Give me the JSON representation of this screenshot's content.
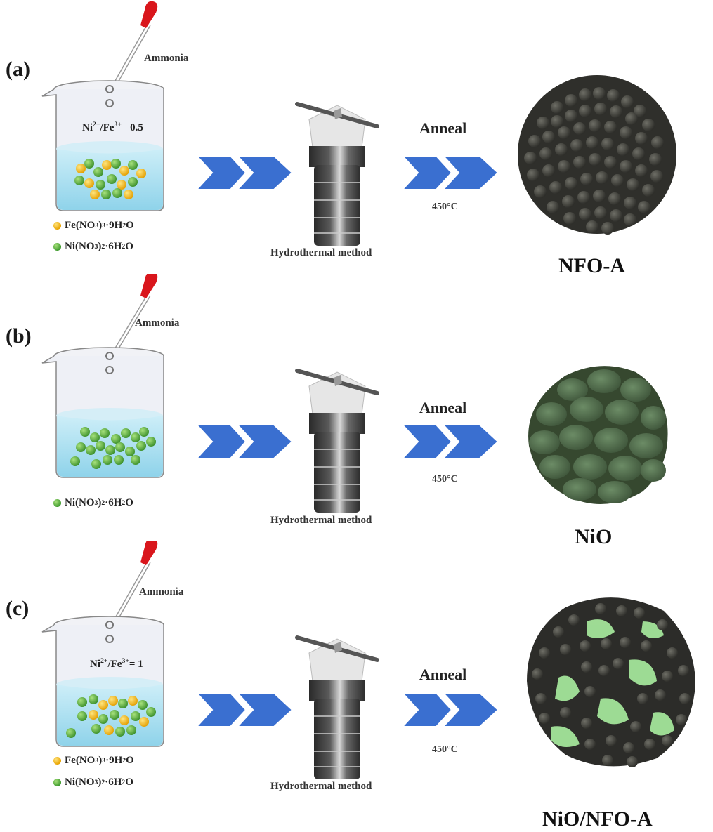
{
  "colors": {
    "arrow_blue": "#3a6fd0",
    "dropper_bulb": "#d9161c",
    "solution": "#b7e3f0",
    "fe_particle": "#f0b000",
    "ni_particle": "#4ea83a",
    "nfo_dark": "#3b3b36",
    "nio_green": "#4f6a4a",
    "nio_nfo_light_green": "#a4e59a"
  },
  "panels": [
    {
      "label": "(a)",
      "reagent": "Ammonia",
      "ratio": {
        "prefix": "Ni",
        "sup1": "2+",
        "mid": "/Fe",
        "sup2": "3+",
        "suffix": "= 0.5"
      },
      "legend": [
        {
          "kind": "fe",
          "text": "Fe(NO",
          "sub1": "3",
          "mid": ")",
          "sub2": "3",
          "tail": "·9H",
          "sub3": "2",
          "end": "O"
        },
        {
          "kind": "ni",
          "text": "Ni(NO",
          "sub1": "3",
          "mid": ")",
          "sub2": "2",
          "tail": "·6H",
          "sub3": "2",
          "end": "O"
        }
      ],
      "method": "Hydrothermal method",
      "step2": "Anneal",
      "temperature": "450°C",
      "product": "NFO-A"
    },
    {
      "label": "(b)",
      "reagent": "Ammonia",
      "legend": [
        {
          "kind": "ni",
          "text": "Ni(NO",
          "sub1": "3",
          "mid": ")",
          "sub2": "2",
          "tail": "·6H",
          "sub3": "2",
          "end": "O"
        }
      ],
      "method": "Hydrothermal method",
      "step2": "Anneal",
      "temperature": "450°C",
      "product": "NiO"
    },
    {
      "label": "(c)",
      "reagent": "Ammonia",
      "ratio": {
        "prefix": "Ni",
        "sup1": "2+",
        "mid": "/Fe",
        "sup2": "3+",
        "suffix": "= 1"
      },
      "legend": [
        {
          "kind": "fe",
          "text": "Fe(NO",
          "sub1": "3",
          "mid": ")",
          "sub2": "3",
          "tail": "·9H",
          "sub3": "2",
          "end": "O"
        },
        {
          "kind": "ni",
          "text": "Ni(NO",
          "sub1": "3",
          "mid": ")",
          "sub2": "2",
          "tail": "·6H",
          "sub3": "2",
          "end": "O"
        }
      ],
      "method": "Hydrothermal method",
      "step2": "Anneal",
      "temperature": "450°C",
      "product": "NiO/NFO-A"
    }
  ]
}
